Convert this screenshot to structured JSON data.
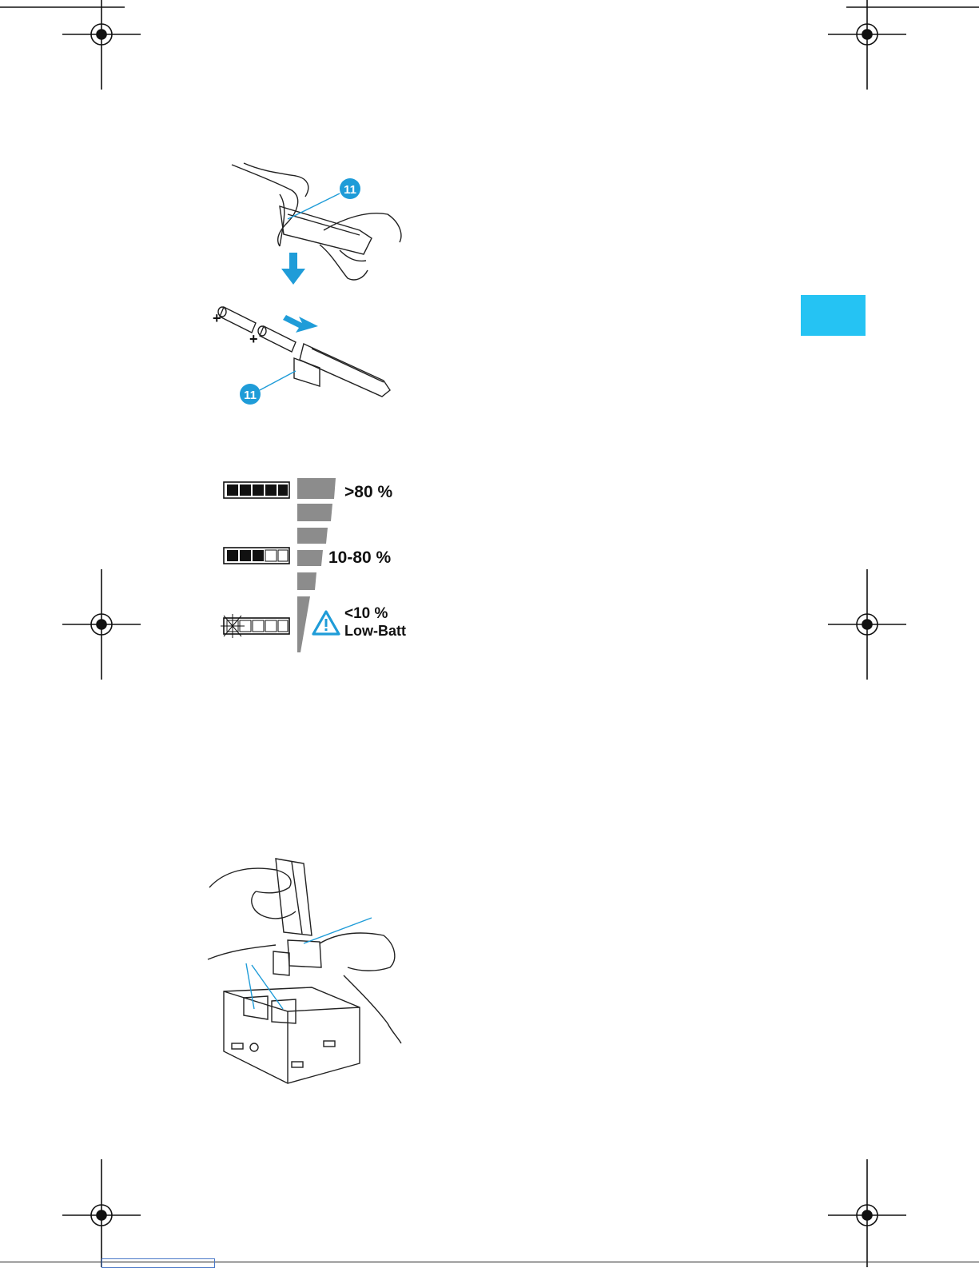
{
  "figure1": {
    "callout_top": "11",
    "callout_bottom": "11",
    "plus_1": "+",
    "plus_2": "+"
  },
  "battery_levels": [
    {
      "label": "&gt;80 %",
      "text": ">80 %",
      "filled_segments": 5,
      "total_segments": 5
    },
    {
      "text": "10-80 %",
      "filled_segments": 3,
      "total_segments": 5
    },
    {
      "text": "<10 %",
      "filled_segments": 0,
      "total_segments": 5,
      "blinking": true
    }
  ],
  "low_batt": {
    "percent": "<10 %",
    "label": "Low-Batt"
  },
  "colors": {
    "accent_blue": "#1f9cd8",
    "tab_blue": "#25c3f3",
    "gauge_gray": "#8c8c8c"
  }
}
